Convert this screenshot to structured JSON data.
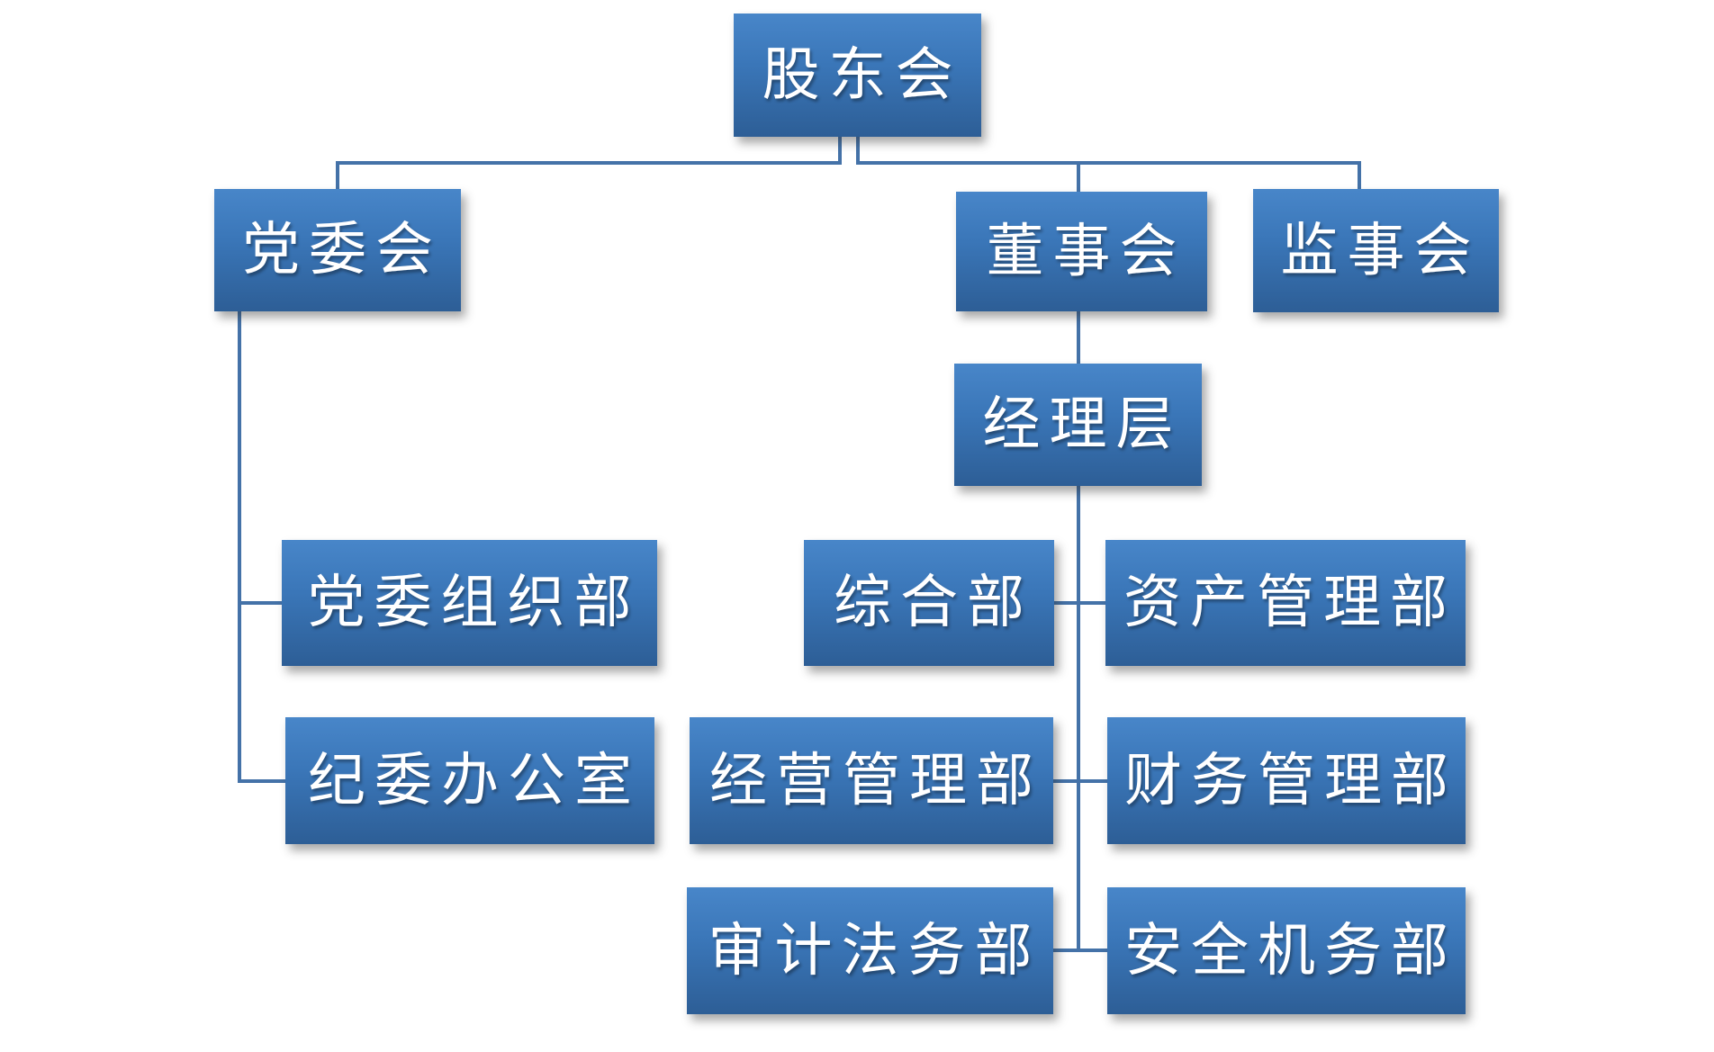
{
  "diagram": {
    "type": "org-chart",
    "background": "#ffffff",
    "colors": {
      "box_gradient_top": "#4886c9",
      "box_gradient_mid": "#3a76b8",
      "box_gradient_bottom": "#2d5e96",
      "connector": "#4472a8",
      "text": "#ffffff"
    },
    "nodes": [
      {
        "id": "shareholders-meeting",
        "label": "股东会",
        "parent": ""
      },
      {
        "id": "party-committee",
        "label": "党委会",
        "parent": "股东会"
      },
      {
        "id": "board-of-directors",
        "label": "董事会",
        "parent": "股东会"
      },
      {
        "id": "supervisory-board",
        "label": "监事会",
        "parent": "股东会"
      },
      {
        "id": "management-level",
        "label": "经理层",
        "parent": "董事会"
      },
      {
        "id": "party-organization-department",
        "label": "党委组织部",
        "parent": "党委会"
      },
      {
        "id": "discipline-inspection-office",
        "label": "纪委办公室",
        "parent": "党委会"
      },
      {
        "id": "general-department",
        "label": "综合部",
        "parent": "经理层"
      },
      {
        "id": "asset-management-department",
        "label": "资产管理部",
        "parent": "经理层"
      },
      {
        "id": "operations-management-department",
        "label": "经营管理部",
        "parent": "经理层"
      },
      {
        "id": "financial-management-department",
        "label": "财务管理部",
        "parent": "经理层"
      },
      {
        "id": "audit-legal-department",
        "label": "审计法务部",
        "parent": "经理层"
      },
      {
        "id": "safety-aviation-department",
        "label": "安全机务部",
        "parent": "经理层"
      }
    ]
  }
}
